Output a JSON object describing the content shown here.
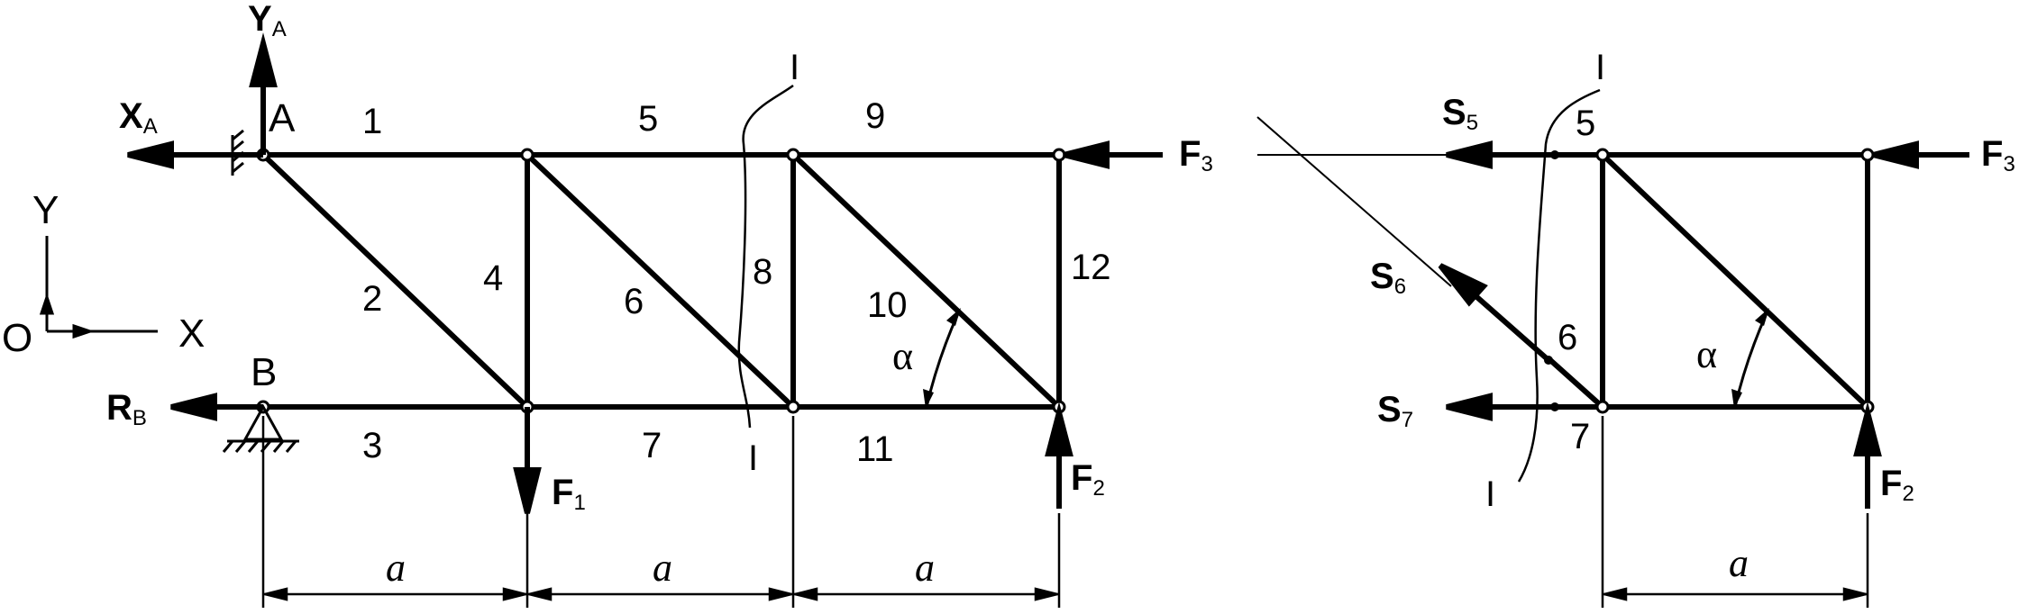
{
  "labels": {
    "A": "A",
    "B": "B",
    "O": "O",
    "X": "X",
    "Y": "Y",
    "section": "I",
    "alpha": "α",
    "a": "a"
  },
  "forces": {
    "YA": {
      "main": "Y",
      "sub": "A"
    },
    "XA": {
      "main": "X",
      "sub": "A"
    },
    "RB": {
      "main": "R",
      "sub": "B"
    },
    "F1": {
      "main": "F",
      "sub": "1"
    },
    "F2": {
      "main": "F",
      "sub": "2"
    },
    "F3": {
      "main": "F",
      "sub": "3"
    },
    "S5": {
      "main": "S",
      "sub": "5"
    },
    "S6": {
      "main": "S",
      "sub": "6"
    },
    "S7": {
      "main": "S",
      "sub": "7"
    }
  },
  "members": {
    "m1": "1",
    "m2": "2",
    "m3": "3",
    "m4": "4",
    "m5": "5",
    "m6": "6",
    "m7": "7",
    "m8": "8",
    "m9": "9",
    "m10": "10",
    "m11": "11",
    "m12": "12"
  },
  "right_members": {
    "m5": "5",
    "m6": "6",
    "m7": "7"
  }
}
